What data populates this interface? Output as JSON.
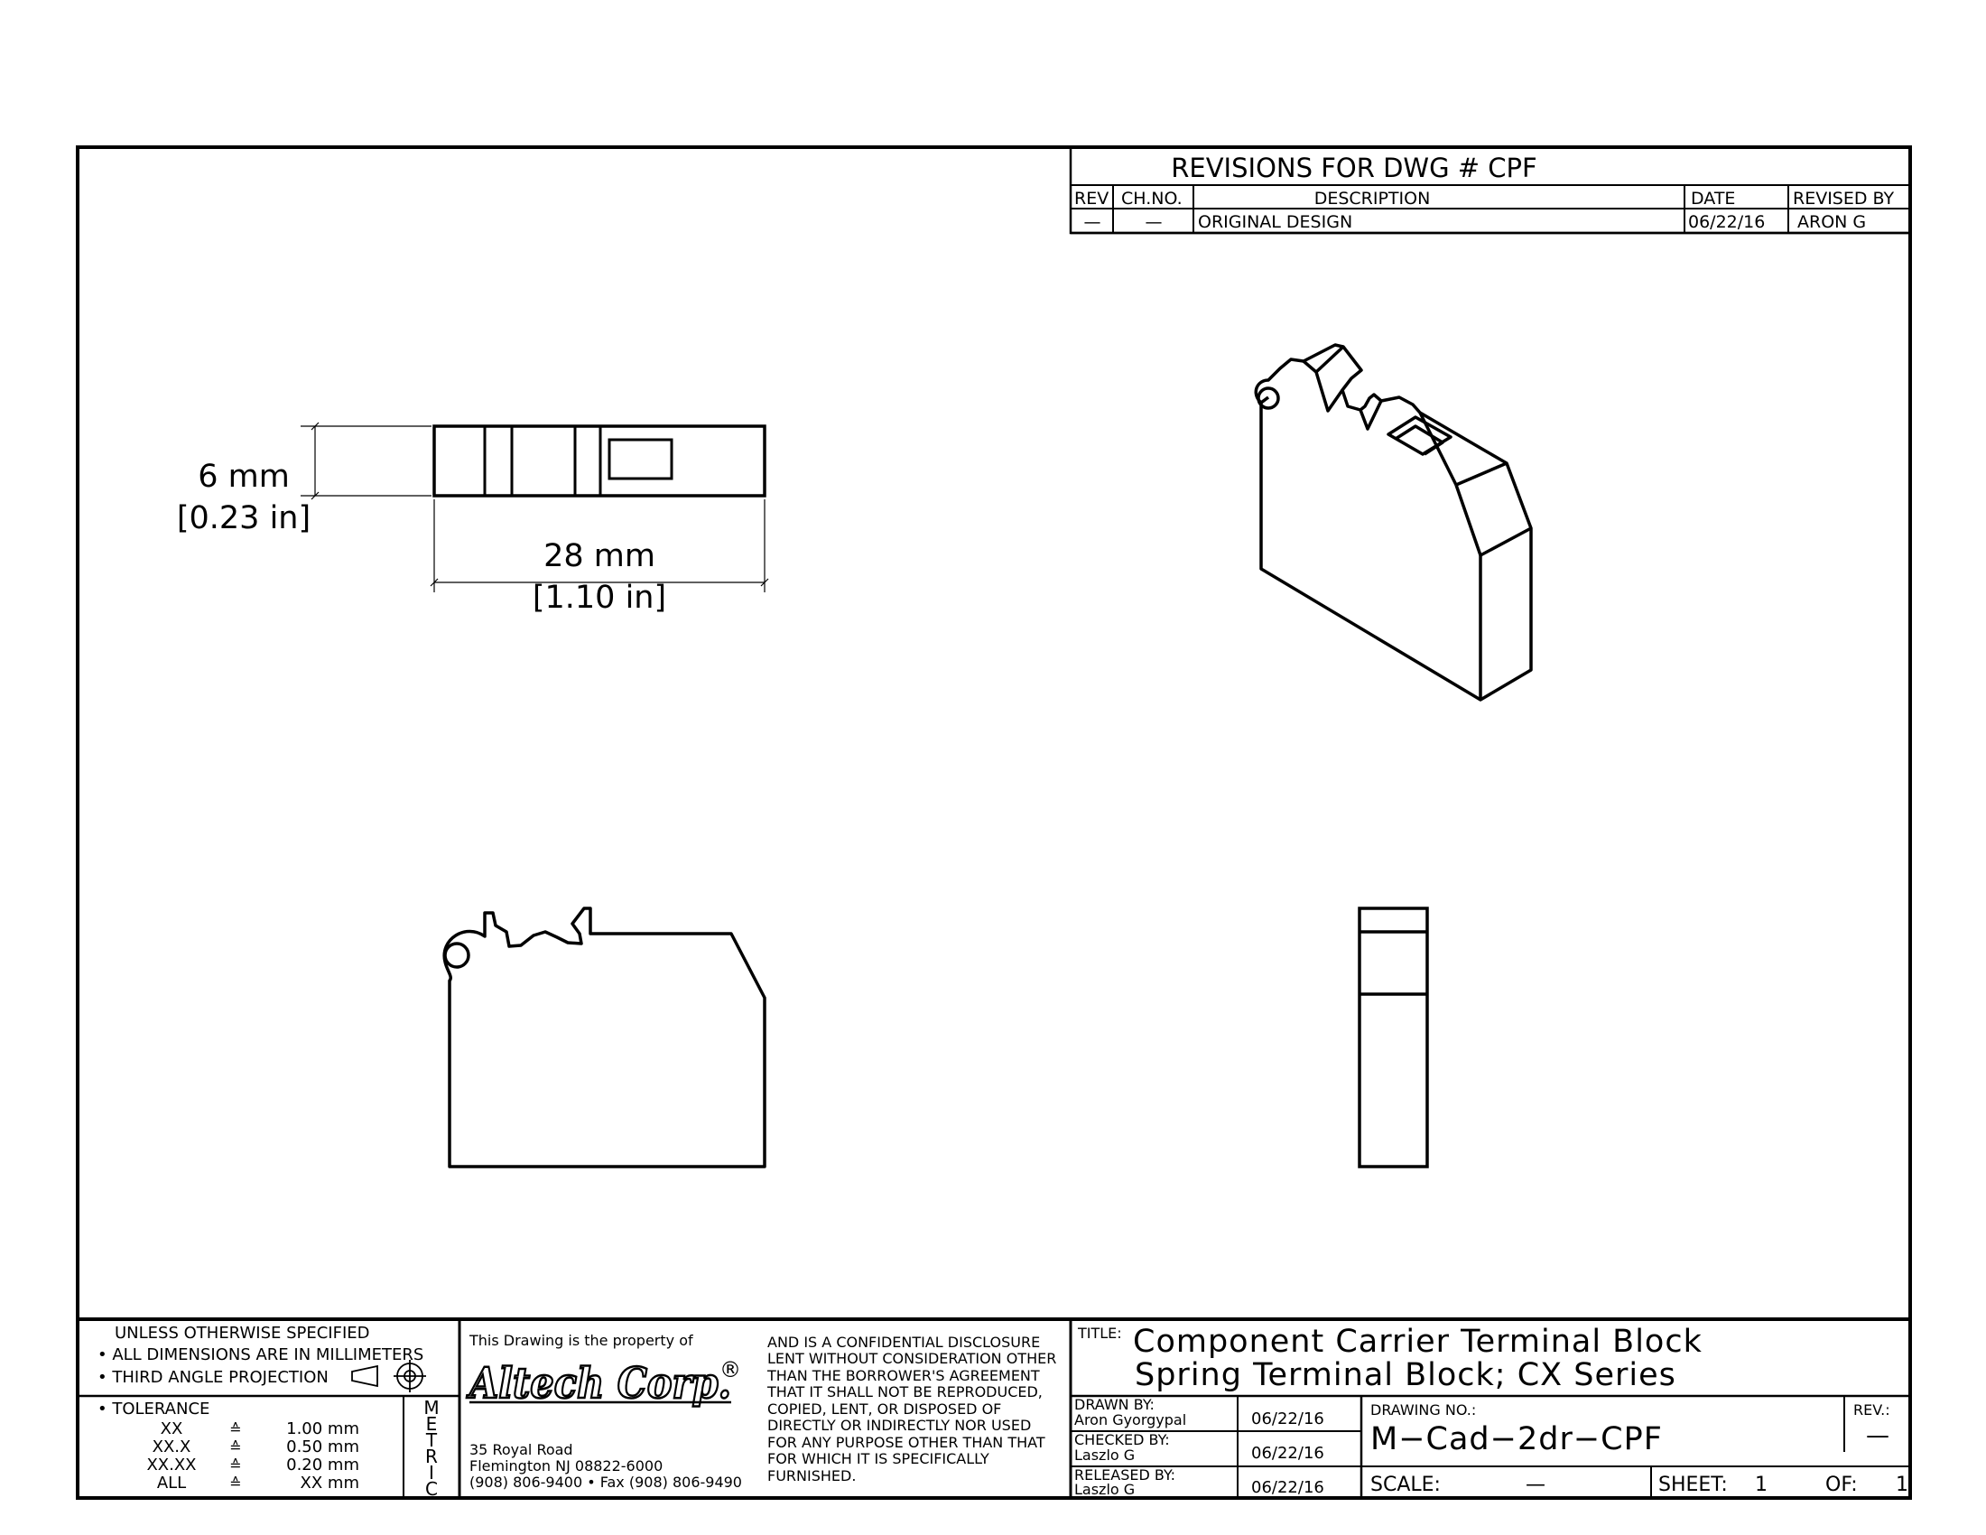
{
  "revisions": {
    "title": "REVISIONS  FOR  DWG  #   CPF",
    "headers": {
      "rev": "REV",
      "ch_no": "CH.NO.",
      "description": "DESCRIPTION",
      "date": "DATE",
      "revised_by": "REVISED  BY"
    },
    "rows": [
      {
        "rev": "—",
        "ch_no": "—",
        "description": "ORIGINAL  DESIGN",
        "date": "06/22/16",
        "revised_by": "ARON  G"
      }
    ]
  },
  "dimensions": {
    "height_mm": "6 mm",
    "height_in": "[0.23 in]",
    "width_mm": "28 mm",
    "width_in": "[1.10 in]"
  },
  "title_block": {
    "notes": {
      "heading": "UNLESS  OTHERWISE  SPECIFIED",
      "line1": "• ALL  DIMENSIONS  ARE  IN  MILLIMETERS",
      "line2": "• THIRD  ANGLE  PROJECTION",
      "tolerance_label": "• TOLERANCE",
      "tolerances": [
        {
          "key": "XX",
          "sym": "≙",
          "value": "1.00 mm"
        },
        {
          "key": "XX.X",
          "sym": "≙",
          "value": "0.50 mm"
        },
        {
          "key": "XX.XX",
          "sym": "≙",
          "value": "0.20 mm"
        },
        {
          "key": "ALL",
          "sym": "≙",
          "value": "XX mm"
        }
      ],
      "metric_letters": [
        "M",
        "E",
        "T",
        "R",
        "I",
        "C"
      ]
    },
    "company": {
      "property_text": "This  Drawing  is  the  property  of",
      "name": "Altech Corp.",
      "registered": "®",
      "address1": "35  Royal  Road",
      "address2": "Flemington  NJ  08822-6000",
      "phone": "(908)  806-9400 • Fax  (908)  806-9490"
    },
    "confidential": [
      "AND  IS  A  CONFIDENTIAL  DISCLOSURE",
      "LENT  WITHOUT  CONSIDERATION  OTHER",
      "THAN  THE  BORROWER'S  AGREEMENT",
      "THAT  IT  SHALL  NOT  BE  REPRODUCED,",
      "COPIED,  LENT,  OR  DISPOSED  OF",
      "DIRECTLY  OR  INDIRECTLY  NOR  USED",
      "FOR  ANY  PURPOSE  OTHER  THAN  THAT",
      "FOR  WHICH  IT  IS  SPECIFICALLY",
      "FURNISHED."
    ],
    "title_label": "TITLE:",
    "title_line1": "Component  Carrier  Terminal  Block",
    "title_line2": "Spring  Terminal  Block;  CX  Series",
    "drawn_by_label": "DRAWN  BY:",
    "drawn_by": "Aron  Gyorgypal",
    "drawn_date": "06/22/16",
    "checked_by_label": "CHECKED  BY:",
    "checked_by": "Laszlo  G",
    "checked_date": "06/22/16",
    "released_by_label": "RELEASED  BY:",
    "released_by": "Laszlo  G",
    "released_date": "06/22/16",
    "drawing_no_label": "DRAWING  NO.:",
    "drawing_no": "M−Cad−2dr−CPF",
    "rev_label": "REV.:",
    "rev_value": "—",
    "scale_label": "SCALE:",
    "scale_value": "—",
    "sheet_label": "SHEET:",
    "sheet_value": "1",
    "of_label": "OF:",
    "of_value": "1"
  }
}
